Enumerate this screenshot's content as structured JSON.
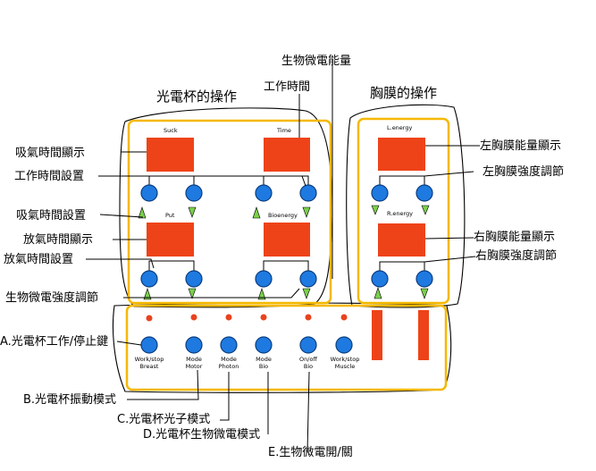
{
  "titles": {
    "cup_section": "光電杯的操作",
    "chest_section": "胸膜的操作"
  },
  "panel_labels": {
    "suck": "Suck",
    "time": "Time",
    "put": "Put",
    "bioenergy": "Bioenergy",
    "l_energy": "L.energy",
    "r_energy": "R.energy"
  },
  "button_labels": {
    "workstop_breast_1": "Work/stop",
    "workstop_breast_2": "Breast",
    "mode_motor_1": "Mode",
    "mode_motor_2": "Motor",
    "mode_photon_1": "Mode",
    "mode_photon_2": "Photon",
    "mode_bio_1": "Mode",
    "mode_bio_2": "Bio",
    "onoff_bio_1": "On/off",
    "onoff_bio_2": "Bio",
    "workstop_muscle_1": "Work/stop",
    "workstop_muscle_2": "Muscle"
  },
  "callouts": {
    "bio_energy_amount": "生物微電能量",
    "work_time": "工作時間",
    "suck_time_display": "吸氣時間顯示",
    "work_time_setting": "工作時間設置",
    "suck_time_setting": "吸氣時間設置",
    "put_time_display": "放氣時間顯示",
    "put_time_setting": "放氣時間設置",
    "bio_strength_adjust": "生物微電強度調節",
    "a_work_stop_key": "A.光電杯工作/停止鍵",
    "b_vibration_mode": "B.光電杯振動模式",
    "c_photon_mode": "C.光電杯光子模式",
    "d_bio_mode": "D.光電杯生物微電模式",
    "e_bio_onoff": "E.生物微電開/關",
    "left_chest_energy_display": "左胸膜能量顯示",
    "left_chest_strength_adjust": "左胸膜強度調節",
    "right_chest_energy_display": "右胸膜能量顯示",
    "right_chest_strength_adjust": "右胸膜強度調節"
  },
  "colors": {
    "panel_border": "#f5b800",
    "display": "#ee4318",
    "button": "#1e7ae0",
    "arrow": "#7ad04a"
  }
}
